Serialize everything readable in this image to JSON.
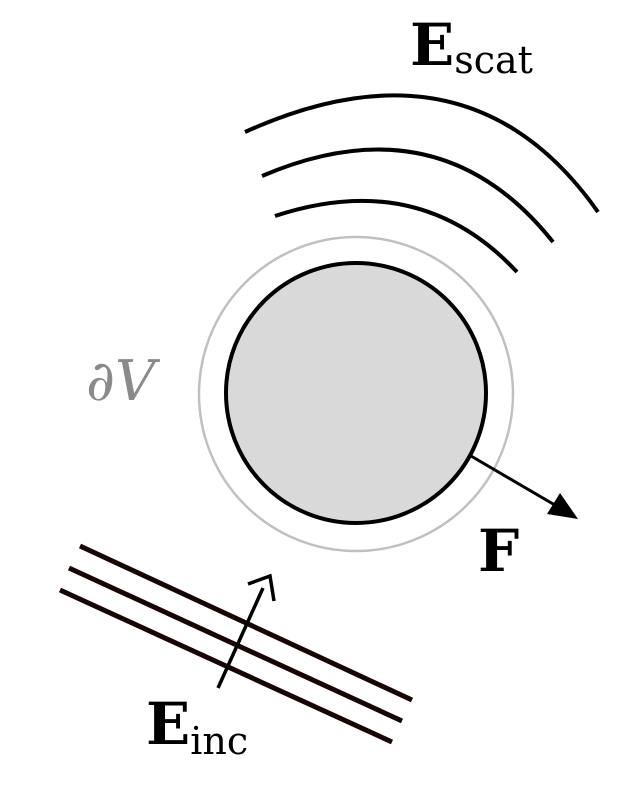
{
  "labels": {
    "scattered_field": {
      "main": "E",
      "sub": "scat"
    },
    "incident_field": {
      "main": "E",
      "sub": "inc"
    },
    "force": "F",
    "boundary": "∂V"
  },
  "colors": {
    "stroke": "#000000",
    "particle_fill": "#d9d9d9",
    "boundary": "#c0c0c0",
    "boundary_label": "#8a8a8a",
    "wave_lines": "#1a0505",
    "background": "#ffffff"
  }
}
